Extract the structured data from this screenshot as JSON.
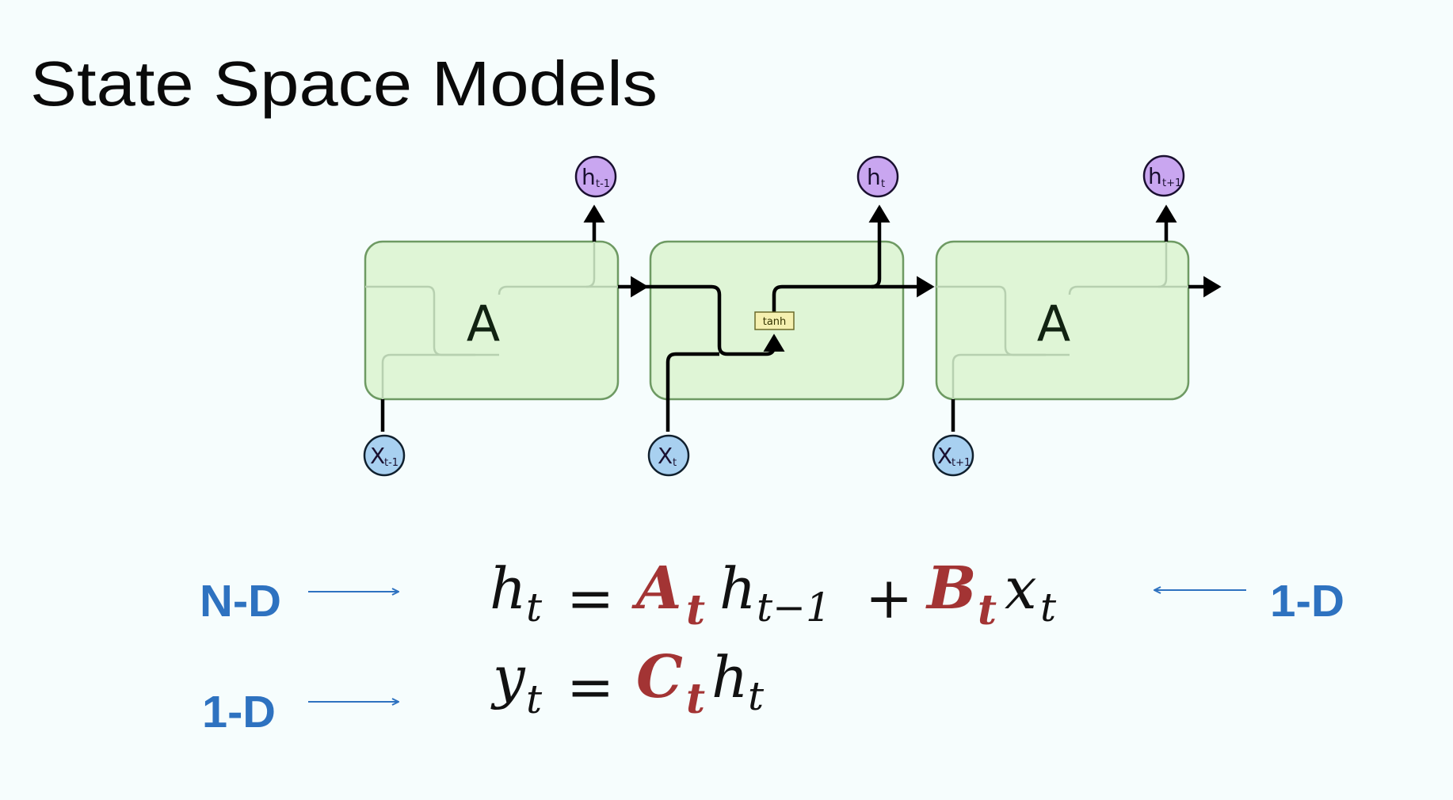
{
  "title": "State Space Models",
  "colors": {
    "background": "#f6fdfd",
    "cell_fill": "#dff5d6",
    "cell_stroke": "#6e9a63",
    "output_node": "#c9a6f0",
    "input_node": "#a8d0f0",
    "tanh_box": "#f5f0b0",
    "dimension_label": "#2e72c0",
    "parameter_red": "#a33434"
  },
  "diagram": {
    "cells": [
      {
        "label": "A",
        "output": {
          "main": "h",
          "sub": "t-1"
        },
        "input": {
          "main": "X",
          "sub": "t-1"
        }
      },
      {
        "label": "",
        "activation": "tanh",
        "output": {
          "main": "h",
          "sub": "t"
        },
        "input": {
          "main": "X",
          "sub": "t"
        }
      },
      {
        "label": "A",
        "output": {
          "main": "h",
          "sub": "t+1"
        },
        "input": {
          "main": "X",
          "sub": "t+1"
        }
      }
    ]
  },
  "equations": {
    "state": {
      "lhs": "h",
      "lhs_sub": "t",
      "eq": "=",
      "A": "A",
      "A_sub": "t",
      "h_prev": "h",
      "h_prev_sub": "t−1",
      "plus": "+",
      "B": "B",
      "B_sub": "t",
      "x": "x",
      "x_sub": "t"
    },
    "output": {
      "lhs": "y",
      "lhs_sub": "t",
      "eq": "=",
      "C": "C",
      "C_sub": "t",
      "h": "h",
      "h_sub": "t"
    }
  },
  "annotations": {
    "state_left": "N-D",
    "state_right": "1-D",
    "output_left": "1-D"
  }
}
